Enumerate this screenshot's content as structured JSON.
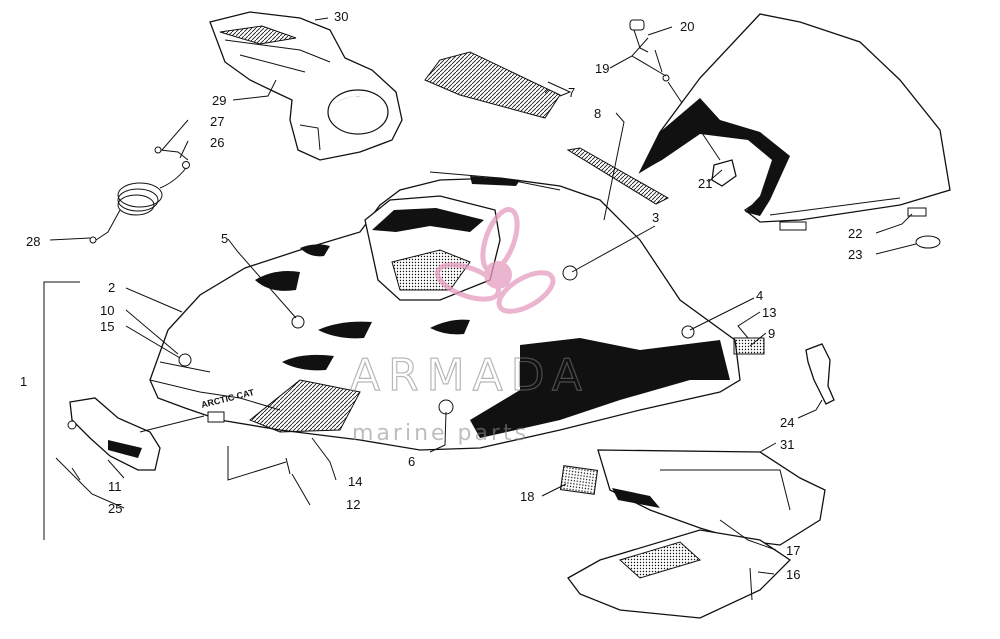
{
  "diagram": {
    "callouts": [
      {
        "id": "30",
        "label": "30"
      },
      {
        "id": "29",
        "label": "29"
      },
      {
        "id": "27",
        "label": "27"
      },
      {
        "id": "26",
        "label": "26"
      },
      {
        "id": "28",
        "label": "28"
      },
      {
        "id": "7",
        "label": "7"
      },
      {
        "id": "8",
        "label": "8"
      },
      {
        "id": "19",
        "label": "19"
      },
      {
        "id": "20",
        "label": "20"
      },
      {
        "id": "21",
        "label": "21"
      },
      {
        "id": "22",
        "label": "22"
      },
      {
        "id": "23",
        "label": "23"
      },
      {
        "id": "3",
        "label": "3"
      },
      {
        "id": "5",
        "label": "5"
      },
      {
        "id": "2",
        "label": "2"
      },
      {
        "id": "10",
        "label": "10"
      },
      {
        "id": "15",
        "label": "15"
      },
      {
        "id": "1",
        "label": "1"
      },
      {
        "id": "4",
        "label": "4"
      },
      {
        "id": "13",
        "label": "13"
      },
      {
        "id": "9",
        "label": "9"
      },
      {
        "id": "24",
        "label": "24"
      },
      {
        "id": "6",
        "label": "6"
      },
      {
        "id": "14",
        "label": "14"
      },
      {
        "id": "12",
        "label": "12"
      },
      {
        "id": "11",
        "label": "11"
      },
      {
        "id": "25",
        "label": "25"
      },
      {
        "id": "18",
        "label": "18"
      },
      {
        "id": "31",
        "label": "31"
      },
      {
        "id": "17",
        "label": "17"
      },
      {
        "id": "16",
        "label": "16"
      }
    ],
    "decal_text": "ARCTIC CAT"
  },
  "watermark": {
    "brand": "ARMADA",
    "tagline": "marine parts"
  },
  "colors": {
    "line": "#111111",
    "background": "#ffffff",
    "watermark_pink": "#e59bc0",
    "watermark_gray": "#8a8a8a"
  }
}
